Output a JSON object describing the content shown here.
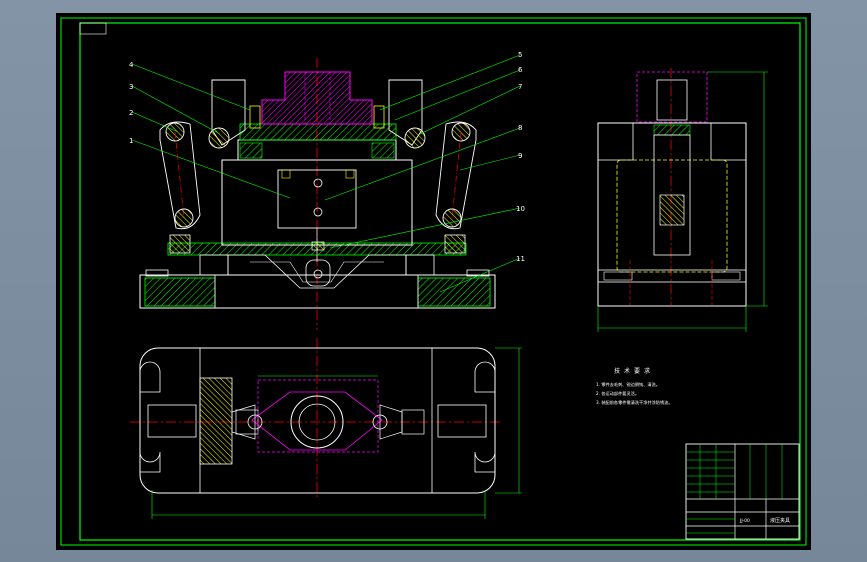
{
  "colors": {
    "background": "#000000",
    "frame": "#00ff00",
    "outline": "#ffffff",
    "centerline": "#ff0000",
    "hatch": "#00ff00",
    "hidden": "#ffff00",
    "dimension": "#00ff00",
    "phantom": "#ff00ff",
    "viewport": "#7f8e9e"
  },
  "part_labels": [
    "1",
    "2",
    "3",
    "4",
    "5",
    "6",
    "7",
    "8",
    "9",
    "10",
    "11"
  ],
  "technical_requirements": {
    "title": "技术要求",
    "items": [
      "1. 零件去毛刺、锐边倒钝、清洗。",
      "2. 各运动部件要灵活。",
      "3. 装配前各零件需清洗干净并涂防锈油。"
    ]
  },
  "title_block": {
    "drawing_title": "液压夹具",
    "drawing_number": "JJ-00"
  }
}
